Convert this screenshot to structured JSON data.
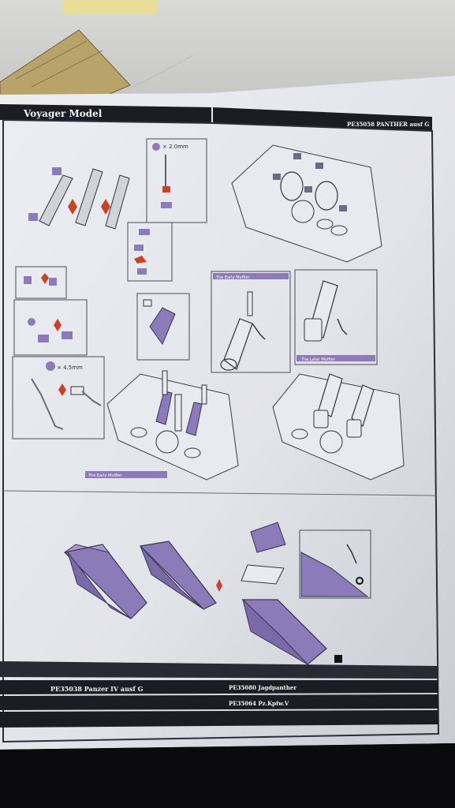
{
  "sheet": {
    "brand": "Voyager Model",
    "product_code": "PE35058 PANTHER ausf G",
    "colors": {
      "paper": "#e7e8ee",
      "header_band": "#1c1c24",
      "part_fill": "#8b7bb8",
      "part_stroke": "#3a3350",
      "arrow_red": "#c9432a",
      "label_tag": "#3c3c48"
    }
  },
  "steps": {
    "drill_hole_1": "× 2.0mm",
    "drill_hole_2": "× 4.5mm",
    "early_muffler_box_label": "The Early Muffler",
    "late_muffler_box_label": "The Later Muffler",
    "early_muffler_banner": "The Early Muffler"
  },
  "footer": {
    "line1": "PE35038 Panzer IV ausf G",
    "line2": "PE35080 Jagdpanther",
    "line3": "PE35064 Pz.Kpfw.V"
  }
}
